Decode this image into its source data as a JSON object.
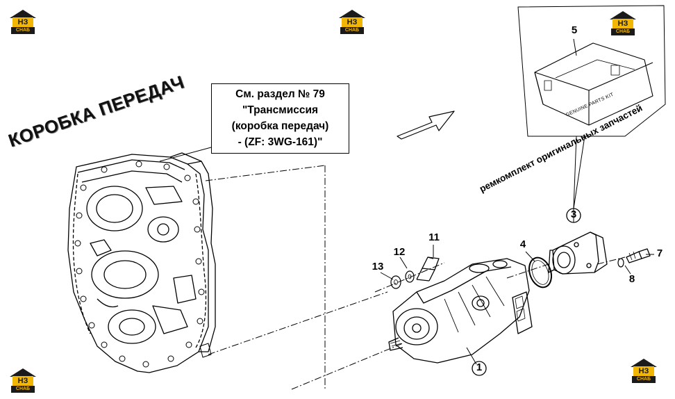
{
  "watermark": {
    "top": "НЗ",
    "bottom": "СНАБ"
  },
  "reference_box": {
    "lines": [
      "См. раздел № 79",
      "\"Трансмиссия",
      "(коробка передач)",
      "- (ZF: 3WG-161)\""
    ]
  },
  "gearbox_label": "КОРОБКА ПЕРЕДАЧ",
  "kit_caption": "ремкомплект оригинальных запчастей",
  "kit_box_label": "GENUINE PARTS KIT",
  "callouts": [
    "1",
    "3",
    "4",
    "5",
    "7",
    "8",
    "11",
    "12",
    "13"
  ]
}
